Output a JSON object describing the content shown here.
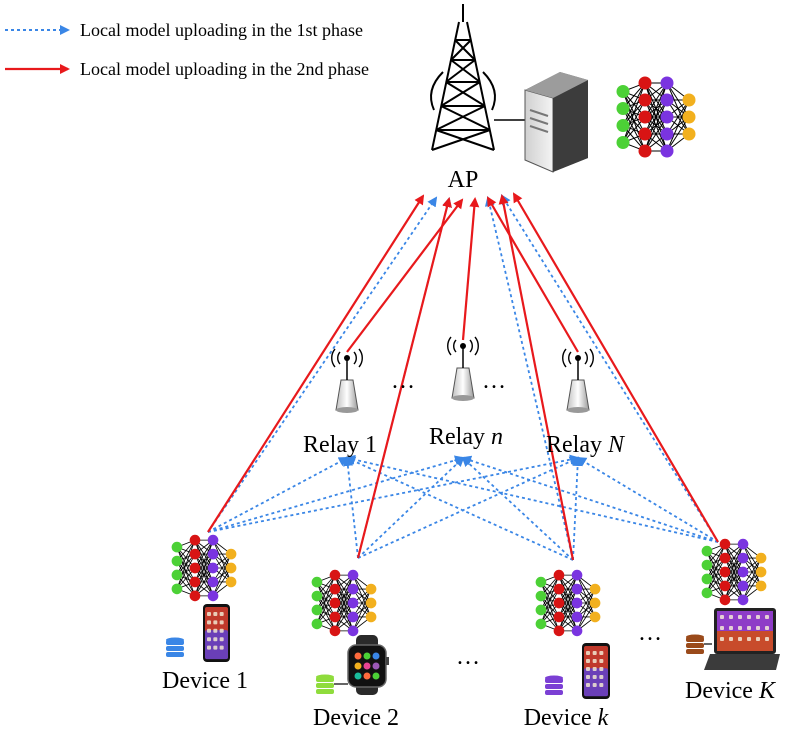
{
  "legend": {
    "phase1": "Local model uploading in the 1st phase",
    "phase2": "Local model uploading in the 2nd phase",
    "phase1_color": "#3a86e6",
    "phase2_color": "#e8191c"
  },
  "ap": {
    "label": "AP"
  },
  "relays": [
    {
      "prefix": "Relay ",
      "index": "1"
    },
    {
      "prefix": "Relay ",
      "index": "n"
    },
    {
      "prefix": "Relay ",
      "index": "N"
    }
  ],
  "devices": [
    {
      "prefix": "Device ",
      "index": "1",
      "db_color": "#3a86e6"
    },
    {
      "prefix": "Device ",
      "index": "2",
      "db_color": "#8fdc3c"
    },
    {
      "prefix": "Device ",
      "index": "k",
      "db_color": "#7b3fd4"
    },
    {
      "prefix": "Device ",
      "index": "K",
      "db_color": "#9a4a1a"
    }
  ],
  "ellipsis": "…",
  "nn_colors": {
    "input": "#4cd136",
    "hidden1": "#d81414",
    "hidden2": "#7a34e0",
    "output": "#f2b01e"
  }
}
